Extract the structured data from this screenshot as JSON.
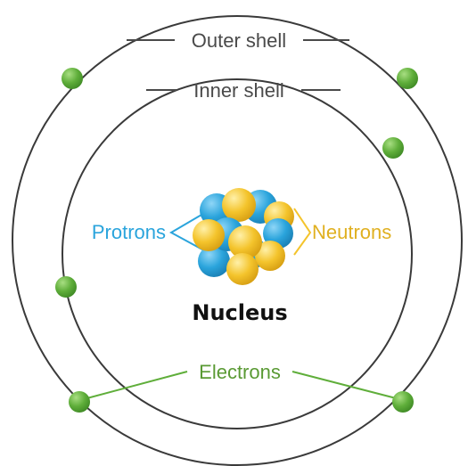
{
  "labels": {
    "outer_shell": "Outer shell",
    "inner_shell": "Inner shell",
    "protons": "Protrons",
    "neutrons": "Neutrons",
    "nucleus": "Nucleus",
    "electrons": "Electrons"
  },
  "colors": {
    "shell_stroke": "#3a3a3a",
    "shell_label_text": "#4a4a4a",
    "proton_blue": "#2aa4dc",
    "neutron_yellow": "#f4c42c",
    "electron_green": "#5fae3a",
    "electron_label_text": "#5a9a34",
    "nucleus_text": "#111111"
  }
}
